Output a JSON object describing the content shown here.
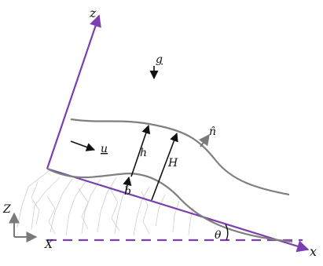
{
  "labels": {
    "z_axis": "z",
    "x_axis": "x",
    "g_vector": "g",
    "u_vector": "u",
    "n_hat": "n̂",
    "h_label": "h",
    "H_label": "H",
    "b_label": "b",
    "theta": "θ",
    "Z_axis": "Z",
    "X_axis": "X"
  },
  "colors": {
    "axis_purple": "#7a3fb0",
    "curve_gray": "#7f7f7f",
    "arrow_black": "#111111",
    "ref_axis_gray": "#7a7a7a",
    "terrain_gray": "#c9c9c9"
  }
}
